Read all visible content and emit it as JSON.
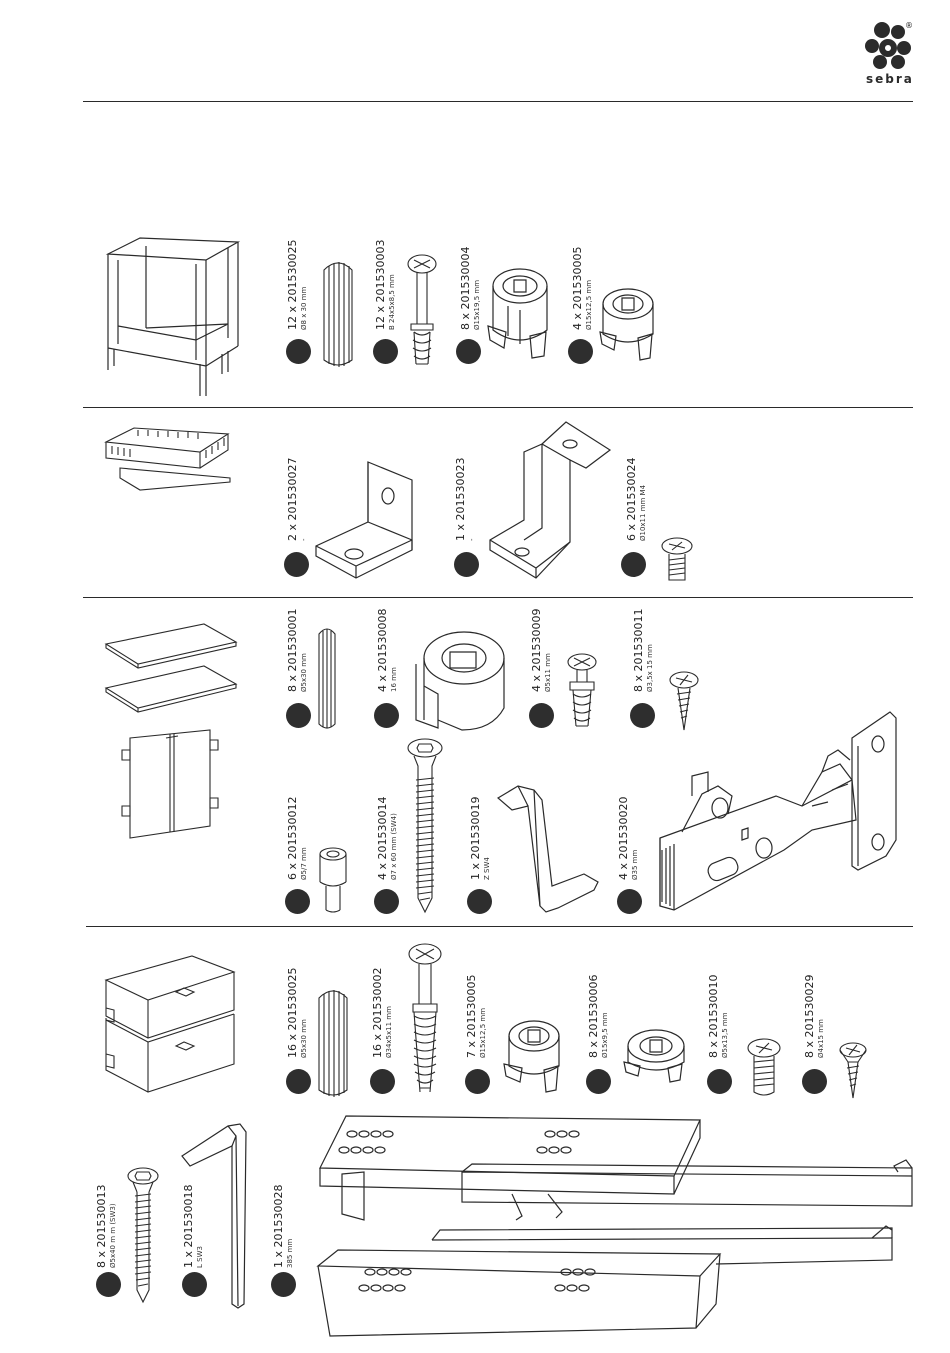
{
  "brand": {
    "name": "sebra",
    "reg": "®"
  },
  "parts": [
    {
      "id": "p1",
      "qty": "12 x 201530025",
      "spec": "Ø8 x 30 mm"
    },
    {
      "id": "p2",
      "qty": "12 x 201530003",
      "spec": "B 24x5x8,5  mm"
    },
    {
      "id": "p3",
      "qty": "8 x 201530004",
      "spec": "Ø15x19,5 mm"
    },
    {
      "id": "p4",
      "qty": "4 x 201530005",
      "spec": "Ø15x12,5 mm"
    },
    {
      "id": "p5",
      "qty": "2 x 201530027",
      "spec": "-"
    },
    {
      "id": "p6",
      "qty": "1 x 201530023",
      "spec": "-"
    },
    {
      "id": "p7",
      "qty": "6 x 201530024",
      "spec": "Ø10x11  mm M4"
    },
    {
      "id": "p8",
      "qty": "8 x 201530001",
      "spec": "Ø5x30 mm"
    },
    {
      "id": "p9",
      "qty": "4 x 201530008",
      "spec": "16 mm"
    },
    {
      "id": "p10",
      "qty": "4 x 201530009",
      "spec": "Ø5x11 mm"
    },
    {
      "id": "p11",
      "qty": "8 x 201530011",
      "spec": "Ø3,5x 15 mm"
    },
    {
      "id": "p12",
      "qty": "6 x 201530012",
      "spec": "Ø5/7 mm"
    },
    {
      "id": "p13",
      "qty": "4 x 201530014",
      "spec": "Ø7 x 60 mm (SW4)"
    },
    {
      "id": "p14",
      "qty": "1 x 201530019",
      "spec": "Z SW4"
    },
    {
      "id": "p15",
      "qty": "4 x 201530020",
      "spec": "Ø35 mm"
    },
    {
      "id": "p16",
      "qty": "16 x 201530025",
      "spec": "Ø5x30 mm"
    },
    {
      "id": "p17",
      "qty": "16 x 201530002",
      "spec": "Ø34x5x11 mm"
    },
    {
      "id": "p18",
      "qty": "7 x 201530005",
      "spec": "Ø15x12,5 mm"
    },
    {
      "id": "p19",
      "qty": "8 x 201530006",
      "spec": "Ø15x9,5 mm"
    },
    {
      "id": "p20",
      "qty": "8 x 201530010",
      "spec": "Ø5x13,5 mm"
    },
    {
      "id": "p21",
      "qty": "8 x 201530029",
      "spec": "Ø4x15 mm"
    },
    {
      "id": "p22",
      "qty": "8 x 201530013",
      "spec": "Ø5x40 m m (SW3)"
    },
    {
      "id": "p23",
      "qty": "1 x 201530018",
      "spec": "L SW3"
    },
    {
      "id": "p24",
      "qty": "1 x 201530028",
      "spec": "385 mm"
    }
  ]
}
